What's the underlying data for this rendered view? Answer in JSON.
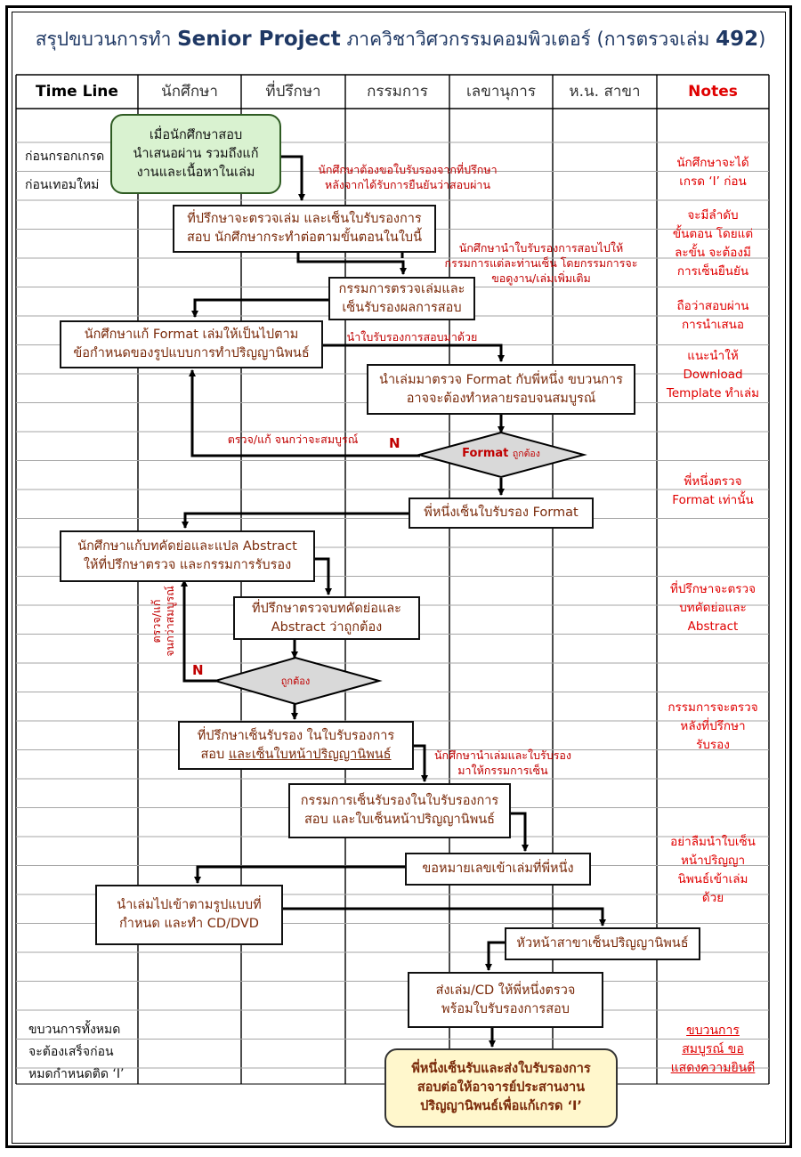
{
  "title": {
    "prefix": "สรุปขบวนการทำ",
    "bold": "Senior Project",
    "middle": "ภาควิชาวิศวกรรมคอมพิวเตอร์ (การตรวจเล่ม",
    "num": "492",
    "suffix": ")"
  },
  "columns": [
    "Time Line",
    "นักศึกษา",
    "ที่ปรึกษา",
    "กรรมการ",
    "เลขานุการ",
    "ห.น. สาขา",
    "Notes"
  ],
  "timeline": {
    "first_1": "ก่อนกรอกเกรด",
    "first_2": "ก่อนเทอมใหม่",
    "last_1": "ขบวนการทั้งหมด",
    "last_2": "จะต้องเสร็จก่อน",
    "last_3": "หมดกำหนดติด ‘I’"
  },
  "notes": {
    "n1": "นักศึกษาจะได้\nเกรด ‘I’ ก่อน",
    "n2": "จะมีลำดับ\nขั้นตอน โดยแต่\nละขั้น จะต้องมี\nการเซ็นยืนยัน",
    "n3": "ถือว่าสอบผ่าน\nการนำเสนอ",
    "n4": "แนะนำให้\nDownload\nTemplate ทำเล่ม",
    "n5": "พี่หนึ่งตรวจ\nFormat เท่านั้น",
    "n6": "ที่ปรึกษาจะตรวจ\nบทคัดย่อและ\nAbstract",
    "n7": "กรรมการจะตรวจ\nหลังที่ปรึกษา\nรับรอง",
    "n8": "อย่าลืมนำใบเซ็น\nหน้าปริญญา\nนิพนธ์เข้าเล่ม\nด้วย",
    "n9": "ขบวนการ\nสมบูรณ์ ขอ\nแสดงความยินดี"
  },
  "boxes": {
    "start": "เมื่อนักศึกษาสอบ\nนำเสนอผ่าน รวมถึงแก้\nงานและเนื้อหาในเล่ม",
    "advisor_check": "ที่ปรึกษาจะตรวจเล่ม และเซ็นใบรับรองการ\nสอบ นักศึกษากระทำต่อตามขั้นตอนในใบนี้",
    "committee_check": "กรรมการตรวจเล่มและ\nเซ็นรับรองผลการสอบ",
    "student_format": "นักศึกษาแก้ Format เล่มให้เป็นไปตาม\nข้อกำหนดของรูปแบบการทำปริญญานิพนธ์",
    "format_check": "นำเล่มมาตรวจ Format กับพี่หนึ่ง ขบวนการ\nอาจจะต้องทำหลายรอบจนสมบูรณ์",
    "format_sign": "พี่หนึ่งเซ็นใบรับรอง Format",
    "abstract_fix": "นักศึกษาแก้บทคัดย่อและแปล Abstract\nให้ที่ปรึกษาตรวจ และกรรมการรับรอง",
    "abstract_check": "ที่ปรึกษาตรวจบทคัดย่อและ\nAbstract ว่าถูกต้อง",
    "advisor_sign_1": "ที่ปรึกษาเซ็นรับรอง ในใบรับรองการ",
    "advisor_sign_2": "สอบ",
    "advisor_sign_3": "และเซ็นใบหน้าปริญญานิพนธ์",
    "committee_sign": "กรรมการเซ็นรับรองในใบรับรองการ\nสอบ และใบเซ็นหน้าปริญญานิพนธ์",
    "book_number": "ขอหมายเลขเข้าเล่มที่พี่หนึ่ง",
    "binding": "นำเล่มไปเข้าตามรูปแบบที่\nกำหนด และทำ CD/DVD",
    "head_sign": "หัวหน้าสาขาเซ็นปริญญานิพนธ์",
    "submit": "ส่งเล่ม/CD ให้พี่หนึ่งตรวจ\nพร้อมใบรับรองการสอบ",
    "finish": "พี่หนึ่งเซ็นรับและส่งใบรับรองการ\nสอบต่อให้อาจารย์ประสานงาน\nปริญญานิพนธ์เพื่อแก้เกรด ‘I’"
  },
  "decisions": {
    "format_main": "Format",
    "format_sub": "ถูกต้อง",
    "abstract": "ถูกต้อง"
  },
  "flow_labels": {
    "l1": "นักศึกษาต้องขอใบรับรองจากที่ปรึกษา\nหลังจากได้รับการยืนยันว่าสอบผ่าน",
    "l2": "นักศึกษานำใบรับรองการสอบไปให้\nกรรมการแต่ละท่านเซ็น โดยกรรมการจะ\nขอดูงาน/เล่มเพิ่มเติม",
    "l3": "นำใบรับรองการสอบมาด้วย",
    "l4": "ตรวจ/แก้ จนกว่าจะสมบูรณ์",
    "l5": "ตรวจ/แก้\nจนกว่าสมบูรณ์",
    "l6": "นักศึกษานำเล่มและใบรับรอง\nมาให้กรรมการเซ็น",
    "n1": "N",
    "n2": "N"
  },
  "colors": {
    "title": "#1f3864",
    "notes_red": "#e00000",
    "box_text": "#7a2a0a",
    "start_fill": "#d9f2d0",
    "finish_fill": "#fff7cc",
    "diamond_fill": "#d9d9d9"
  }
}
